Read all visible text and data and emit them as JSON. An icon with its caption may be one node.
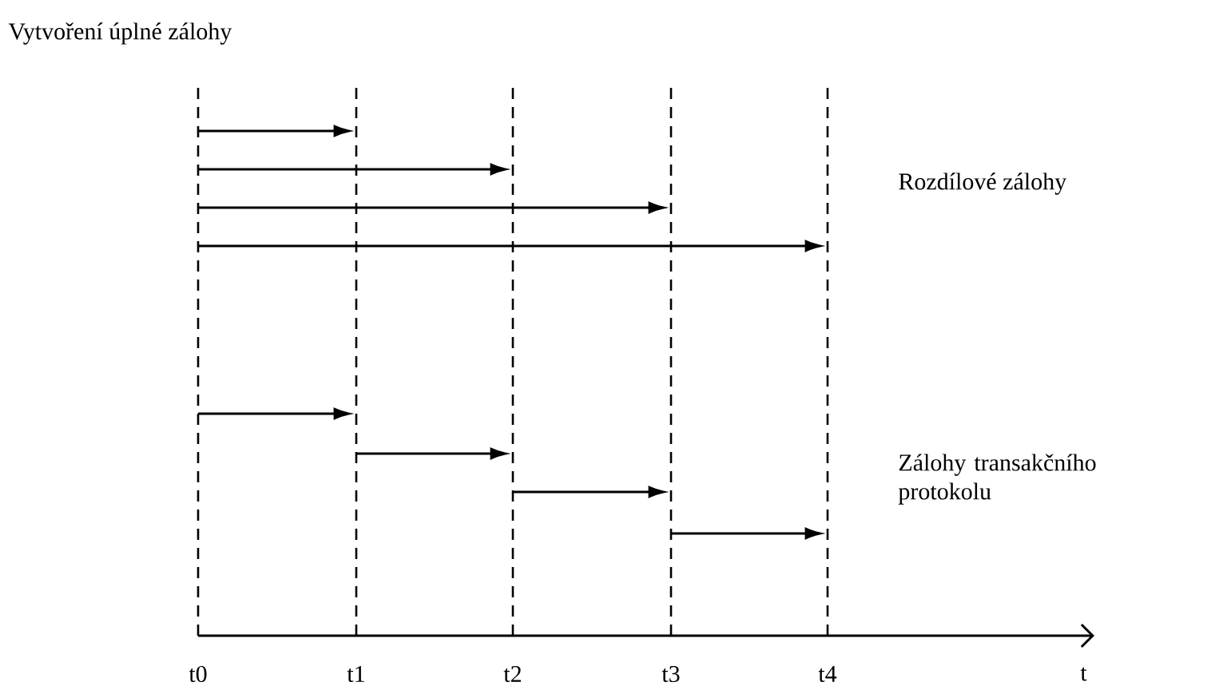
{
  "diagram": {
    "title": "Vytvoření úplné zálohy",
    "nodes": [
      {
        "text": [
          "t0"
        ]
      },
      {
        "text": [
          "t1"
        ]
      },
      {
        "text": [
          "t2"
        ]
      },
      {
        "text": [
          "t3"
        ]
      },
      {
        "text": [
          "t4"
        ]
      }
    ],
    "edges": [
      {
        "from": 0,
        "to": 1,
        "arrow": "to"
      },
      {
        "from": 0,
        "to": 2,
        "arrow": "to"
      },
      {
        "from": 0,
        "to": 3,
        "arrow": "to"
      },
      {
        "from": 0,
        "to": 4,
        "arrow": "to"
      },
      {
        "from": 0,
        "to": 1,
        "arrow": "to"
      },
      {
        "from": 1,
        "to": 2,
        "arrow": "to"
      },
      {
        "from": 2,
        "to": 3,
        "arrow": "to"
      },
      {
        "from": 3,
        "to": 4,
        "arrow": "to"
      }
    ],
    "labels": [
      "Rozdílové zálohy",
      "Zálohy transakčního protokolu",
      "t"
    ]
  }
}
